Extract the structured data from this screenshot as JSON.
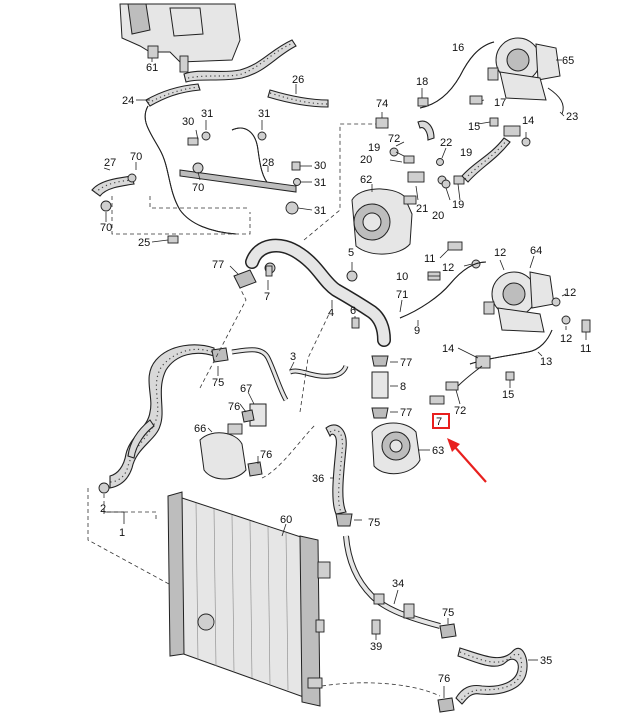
{
  "callouts": {
    "c61": "61",
    "c16": "16",
    "c65": "65",
    "c26": "26",
    "c18": "18",
    "c17": "17",
    "c24": "24",
    "c30": "30",
    "c31a": "31",
    "c31b": "31",
    "c74": "74",
    "c15a": "15",
    "c14a": "14",
    "c23": "23",
    "c72a": "72",
    "c22": "22",
    "c19a": "19",
    "c19b": "19",
    "c20a": "20",
    "c20b": "20",
    "c27": "27",
    "c70a": "70",
    "c70b": "70",
    "c70c": "70",
    "c28": "28",
    "c30b": "30",
    "c31c": "31",
    "c31d": "31",
    "c62": "62",
    "c21": "21",
    "c25": "25",
    "c5": "5",
    "c11a": "11",
    "c12a": "12",
    "c64": "64",
    "c10": "10",
    "c12b": "12",
    "c12c": "12",
    "c71": "71",
    "c77a": "77",
    "c7a": "7",
    "c4": "4",
    "c6": "6",
    "c9": "9",
    "c12d": "12",
    "c11b": "11",
    "c3": "3",
    "c75a": "75",
    "c77b": "77",
    "c14b": "14",
    "c13": "13",
    "c67": "67",
    "c76a": "76",
    "c8": "8",
    "c15b": "15",
    "c72b": "72",
    "c77c": "77",
    "c66": "66",
    "c76b": "76",
    "c63": "63",
    "c7b": "7",
    "c36": "36",
    "c2": "2",
    "c1": "1",
    "c60": "60",
    "c75b": "75",
    "c34": "34",
    "c75c": "75",
    "c39": "39",
    "c35": "35",
    "c76c": "76"
  },
  "highlight": {
    "label": "7",
    "color": "#e8201e"
  },
  "colors": {
    "line": "#222222",
    "part_fill": "#e6e6e6",
    "highlight": "#e8201e"
  }
}
